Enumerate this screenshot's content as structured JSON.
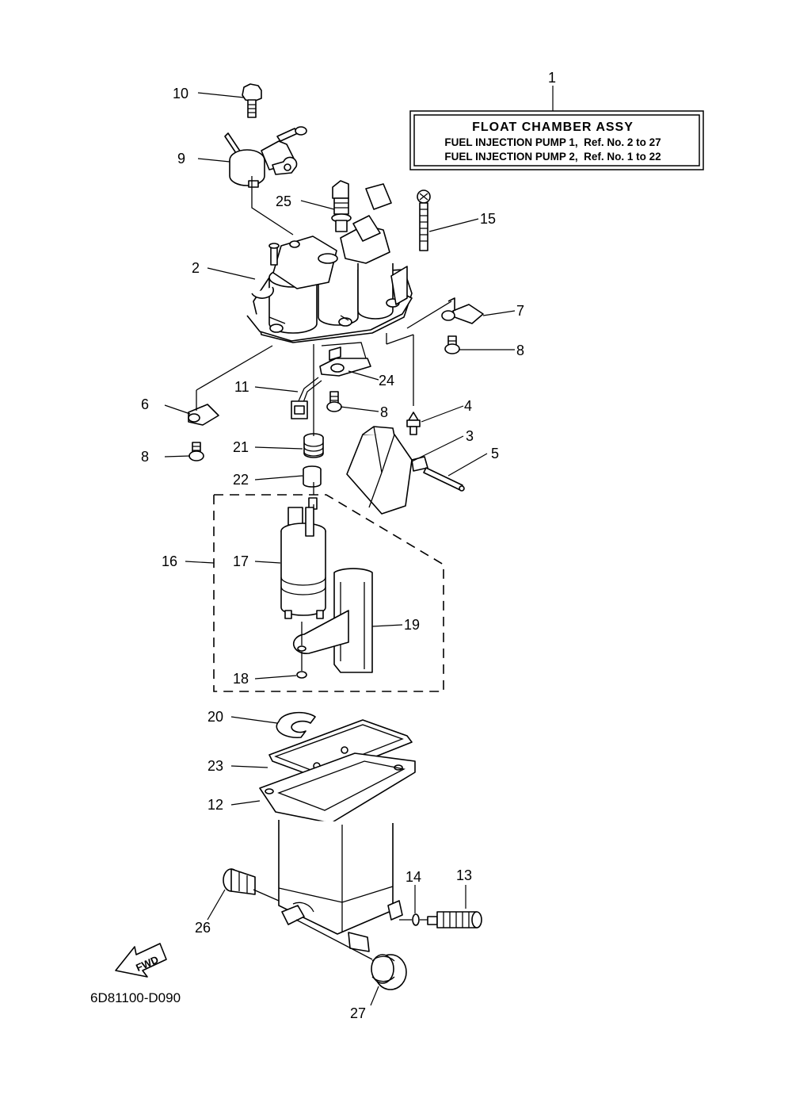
{
  "legend": {
    "ref_number": "1",
    "title": "FLOAT CHAMBER ASSY",
    "line1": "FUEL INJECTION PUMP 1,  Ref. No. 2 to 27",
    "line2": "FUEL INJECTION PUMP 2,  Ref. No. 1 to 22"
  },
  "callouts": {
    "c2": "2",
    "c3": "3",
    "c4": "4",
    "c5": "5",
    "c6": "6",
    "c7": "7",
    "c8a": "8",
    "c8b": "8",
    "c8c": "8",
    "c9": "9",
    "c10": "10",
    "c11": "11",
    "c12": "12",
    "c13": "13",
    "c14": "14",
    "c15": "15",
    "c16": "16",
    "c17": "17",
    "c18": "18",
    "c19": "19",
    "c20": "20",
    "c21": "21",
    "c22": "22",
    "c23": "23",
    "c24": "24",
    "c25": "25",
    "c26": "26",
    "c27": "27"
  },
  "fwd_label": "FWD",
  "drawing_code": "6D81100-D090",
  "icons": [
    "fwd-arrow-icon"
  ]
}
